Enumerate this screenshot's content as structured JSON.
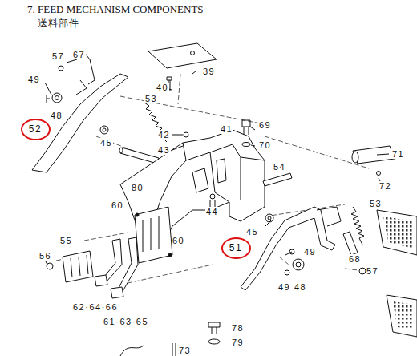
{
  "diagram": {
    "title": "7. FEED MECHANISM COMPONENTS",
    "nodes": [
      {
        "text": [
          "52"
        ]
      },
      {
        "text": [
          "51"
        ]
      }
    ],
    "edges": [],
    "labels": [
      "送料部件",
      "57",
      "67",
      "49",
      "48",
      "53",
      "45",
      "40",
      "39",
      "42",
      "43",
      "41",
      "69",
      "70",
      "71",
      "72",
      "80",
      "54",
      "44",
      "53",
      "60",
      "60",
      "55",
      "56",
      "45",
      "49",
      "68",
      "57",
      "49",
      "48",
      "62·64·66",
      "61·63·65",
      "78",
      "79",
      "73"
    ]
  }
}
